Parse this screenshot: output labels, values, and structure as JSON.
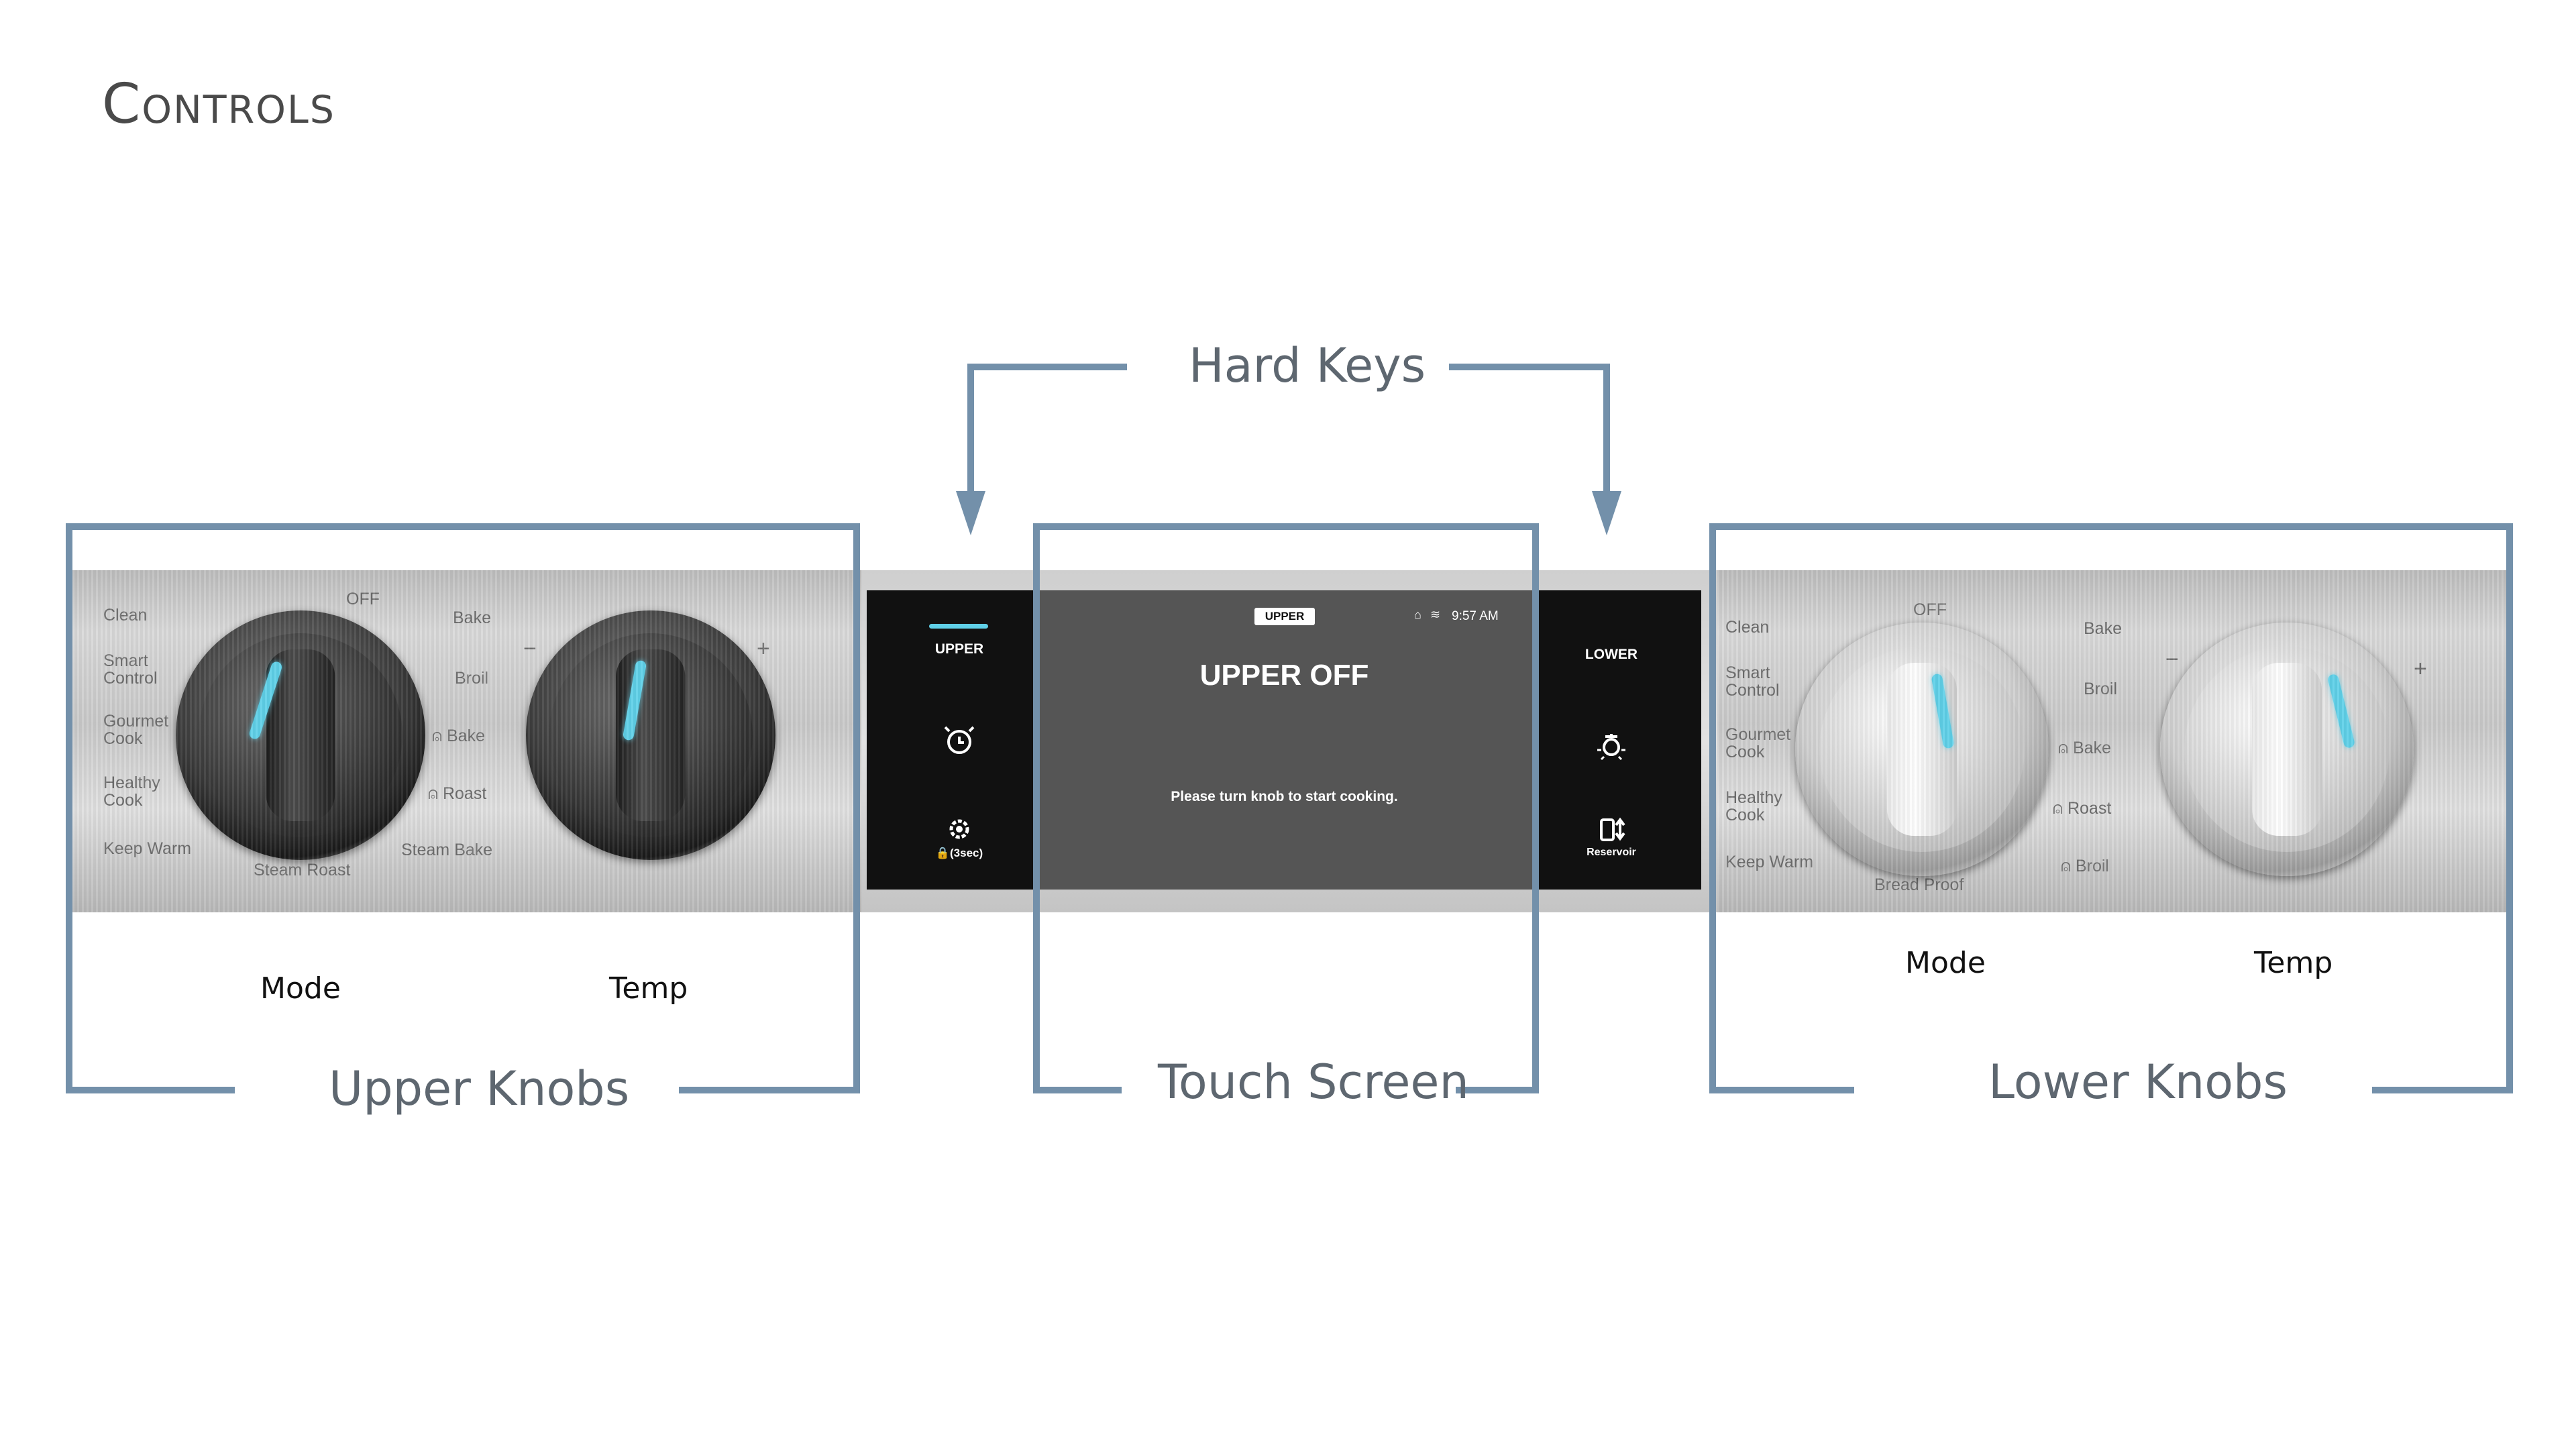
{
  "page_title": "Controls",
  "callouts": {
    "hard_keys": "Hard Keys",
    "upper_knobs": "Upper Knobs",
    "touch_screen": "Touch Screen",
    "lower_knobs": "Lower Knobs"
  },
  "knob_captions": {
    "upper_mode": "Mode",
    "upper_temp": "Temp",
    "lower_mode": "Mode",
    "lower_temp": "Temp"
  },
  "upper_mode_dial": {
    "off": "OFF",
    "left": [
      "Clean",
      "Smart Control",
      "Gourmet Cook",
      "Healthy Cook",
      "Keep Warm"
    ],
    "right": [
      "Bake",
      "Broil",
      "Bake",
      "Roast",
      "Steam Bake"
    ],
    "bottom": "Steam Roast"
  },
  "upper_temp_dial": {
    "minus": "−",
    "plus": "+"
  },
  "lower_mode_dial": {
    "off": "OFF",
    "left": [
      "Clean",
      "Smart Control",
      "Gourmet Cook",
      "Healthy Cook",
      "Keep Warm"
    ],
    "right": [
      "Bake",
      "Broil",
      "Bake",
      "Roast",
      "Broil"
    ],
    "bottom": "Bread Proof"
  },
  "lower_temp_dial": {
    "minus": "−",
    "plus": "+"
  },
  "screen": {
    "left_keys": {
      "upper_label": "UPPER",
      "lock_label": "🔒(3sec)"
    },
    "badge": "UPPER",
    "time": "9:57 AM",
    "status_title": "UPPER OFF",
    "message": "Please turn knob to start cooking.",
    "right_keys": {
      "lower_label": "LOWER",
      "reservoir_label": "Reservoir"
    }
  },
  "colors": {
    "frame": "#7390aa",
    "pointer": "#5fd0e8",
    "screen_bg": "#111111",
    "screen_display": "#555555"
  },
  "icons": [
    "alarm-clock-icon",
    "gear-icon",
    "lock-icon",
    "light-bulb-icon",
    "reservoir-icon",
    "wifi-icon",
    "arrow-down-icon"
  ]
}
